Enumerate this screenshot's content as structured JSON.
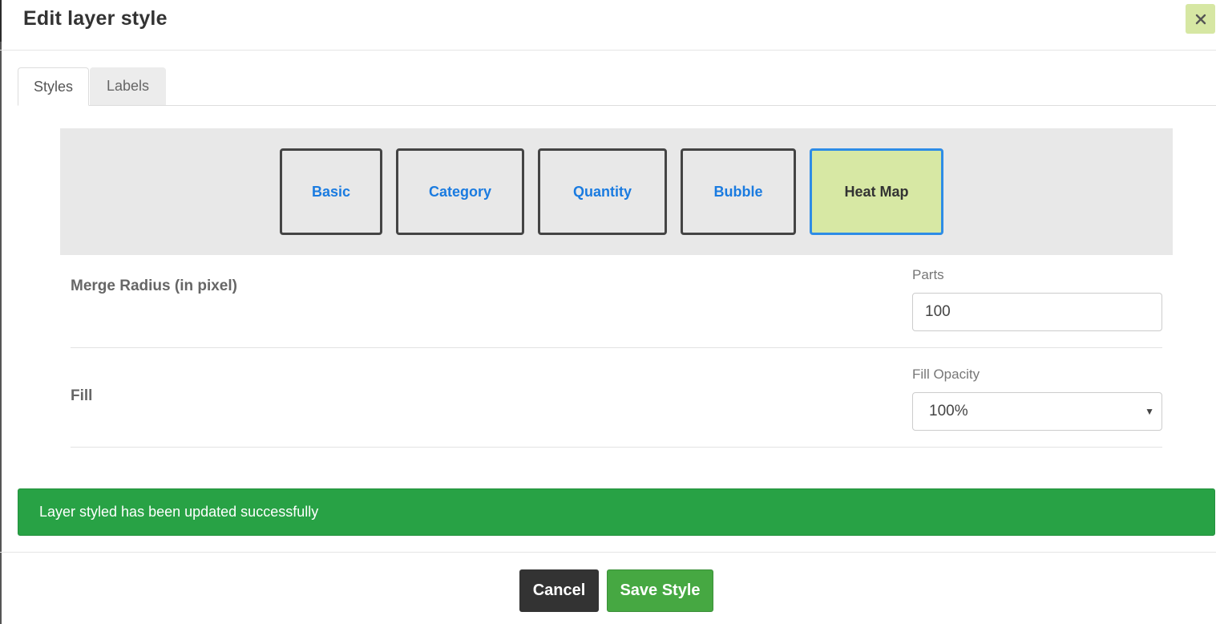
{
  "dialog": {
    "title": "Edit layer style",
    "close_icon": "close-icon"
  },
  "tabs": [
    {
      "label": "Styles",
      "active": true
    },
    {
      "label": "Labels",
      "active": false
    }
  ],
  "style_types": [
    {
      "label": "Basic",
      "active": false
    },
    {
      "label": "Category",
      "active": false
    },
    {
      "label": "Quantity",
      "active": false
    },
    {
      "label": "Bubble",
      "active": false
    },
    {
      "label": "Heat Map",
      "active": true
    }
  ],
  "merge_radius": {
    "label": "Merge Radius (in pixel)",
    "field_label": "Parts",
    "value": "100"
  },
  "fill": {
    "label": "Fill",
    "field_label": "Fill Opacity",
    "selected": "100%"
  },
  "alert": {
    "message": "Layer styled has been updated successfully"
  },
  "footer": {
    "cancel_label": "Cancel",
    "save_label": "Save Style"
  },
  "colors": {
    "accent_active": "#d7e8a4",
    "active_border": "#2e8ce6",
    "link_blue": "#1a7be0",
    "success": "#28a245",
    "save_button": "#46a842",
    "cancel_button": "#333333"
  }
}
